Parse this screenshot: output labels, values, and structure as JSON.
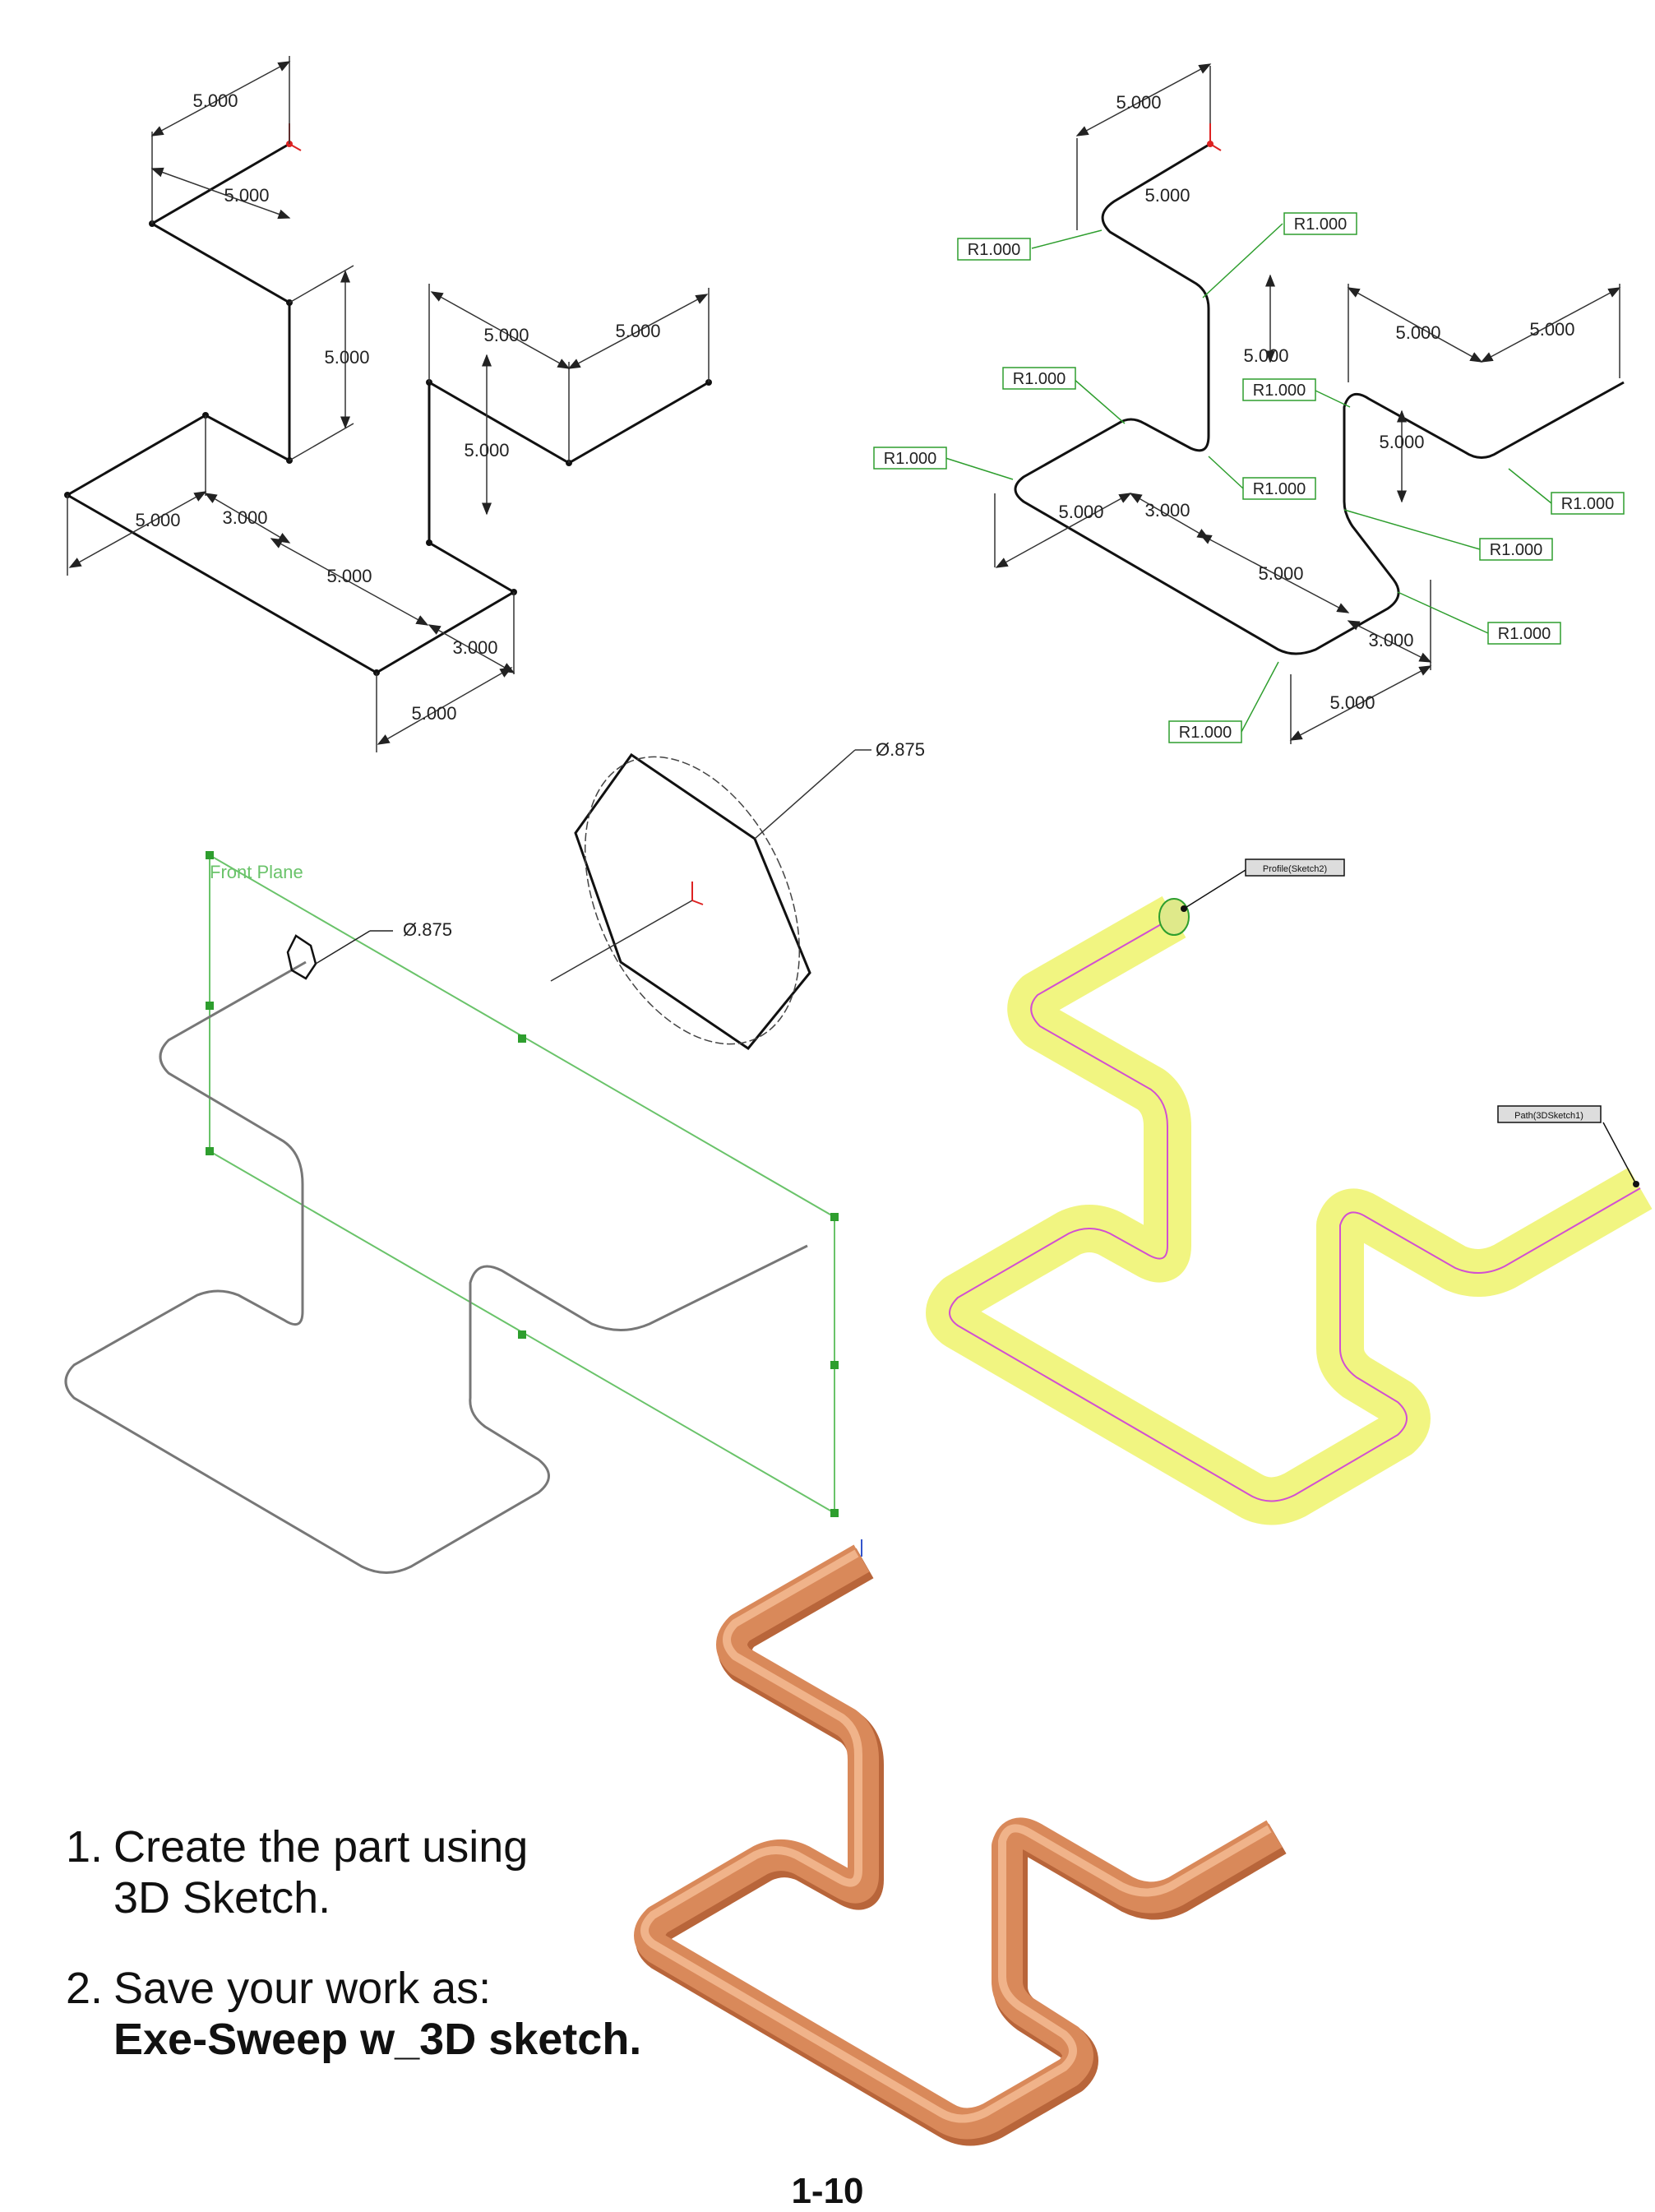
{
  "views": {
    "dimensioned_path": {
      "dims": [
        "5.000",
        "5.000",
        "5.000",
        "5.000",
        "5.000",
        "5.000",
        "5.000",
        "3.000",
        "5.000",
        "3.000",
        "5.000"
      ]
    },
    "filleted_path": {
      "dims": [
        "5.000",
        "5.000",
        "5.000",
        "5.000",
        "5.000",
        "5.000",
        "3.000",
        "5.000",
        "3.000",
        "5.000"
      ],
      "radius_label": "R1.000"
    },
    "profile_detail": {
      "diameter_label": "Ø.875"
    },
    "plane_view": {
      "plane_label": "Front Plane",
      "diameter_label": "Ø.875"
    },
    "sweep_preview": {
      "profile_tag": "Profile(Sketch2)",
      "path_tag": "Path(3DSketch1)"
    }
  },
  "colors": {
    "dimension_green": "#2e9e2e",
    "preview_yellow": "#f0f47a",
    "path_magenta": "#d24fd2",
    "copper": "#d9895a"
  },
  "instructions": {
    "step1": {
      "num": "1.",
      "line1": "Create the part using",
      "line2": "3D Sketch."
    },
    "step2": {
      "num": "2.",
      "line1": "Save your work as:",
      "line2": "Exe-Sweep w_3D sketch."
    }
  },
  "page_number": "1-10"
}
